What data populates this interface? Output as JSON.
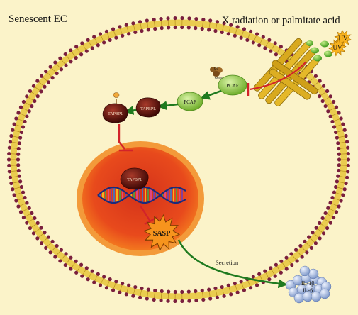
{
  "labels": {
    "cell_title": "Senescent EC",
    "stimulus": "X radiation or palmitate acid",
    "uv_1": "UV",
    "uv_2": "UV",
    "pcaf_receptor": "PCAF",
    "mdm2_top": "Ub",
    "mdm2": "MDM2",
    "pcaf": "PCAF",
    "tapbpl_1": "TAPBPL",
    "tapbpl_2": "TAPBPL",
    "tapbpl_nucleus": "TAPBPL",
    "sasp": "SASP",
    "secretion": "Secretion",
    "il1b": "IL-1β",
    "il6": "IL-6"
  },
  "colors": {
    "background": "#fbf3c9",
    "membrane_head": "#7a1f3d",
    "membrane_tail": "#e6c43a",
    "nucleus_outer": "#f06a1f",
    "nucleus_inner": "#e3411c",
    "pcaf": "#8ec63f",
    "tapbpl": "#6b1410",
    "inhibition": "#d2232a",
    "activation": "#1f7a1f",
    "sasp": "#f7941d",
    "cytokine": "#a9bfe8"
  }
}
